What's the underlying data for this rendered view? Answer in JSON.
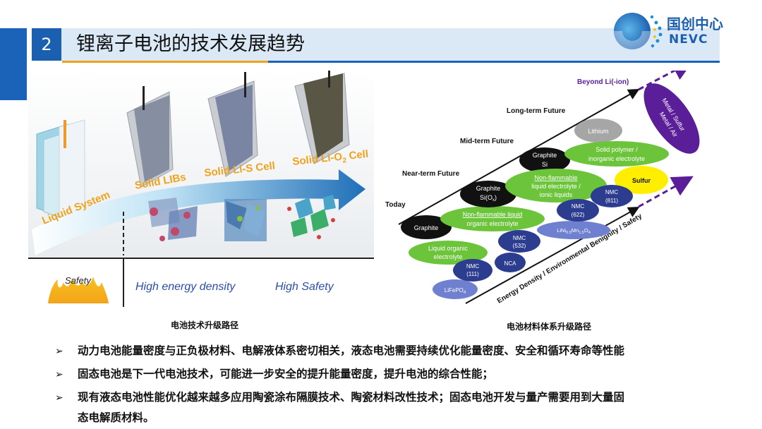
{
  "header": {
    "section_number": "2",
    "title": "锂离子电池的技术发展趋势"
  },
  "logo": {
    "name_cn": "国创中心",
    "name_en": "NEVC"
  },
  "left_figure": {
    "stages": [
      "Liquid System",
      "Solid LIBs",
      "Solid Li-S Cell",
      "Solid Li-O",
      "2",
      " Cell"
    ],
    "safety_label": "Safety",
    "row_labels": [
      "High energy density",
      "High Safety"
    ],
    "caption": "电池技术升级路径"
  },
  "right_figure": {
    "stage_labels": [
      "Today",
      "Near-term Future",
      "Mid-term Future",
      "Long-term Future",
      "Beyond Li(-ion)"
    ],
    "axis_label": "Energy Density / Environmental Benignity / Safety",
    "materials": {
      "graphite": "Graphite",
      "graphite_sio": [
        "Graphite",
        "Si(O",
        "x",
        ")"
      ],
      "graphite_si": [
        "Graphite",
        "Si"
      ],
      "lithium": "Lithium",
      "liquid_organic": [
        "Liquid organic",
        "electrolyte"
      ],
      "nonflam_liquid": [
        "Non-flammable liquid",
        "organic electrolyte"
      ],
      "nonflam_ionic": [
        "Non-flammable",
        "liquid electrolyte /",
        "ionic liquids"
      ],
      "solid_polymer": [
        "Solid polymer /",
        "inorganic electrolyte"
      ],
      "sulfur": "Sulfur",
      "lifepo4": [
        "LiFePO",
        "4"
      ],
      "nmc111": [
        "NMC",
        "(111)"
      ],
      "nca": "NCA",
      "nmc532": [
        "NMC",
        "(532)"
      ],
      "lnmo": [
        "LiNi",
        "0.5",
        "Mn",
        "1.5",
        "O",
        "4"
      ],
      "nmc622": [
        "NMC",
        "(622)"
      ],
      "nmc811": [
        "NMC",
        "(811)"
      ],
      "metal": [
        "Metal / Sulfur",
        "Metal / Air"
      ]
    },
    "caption": "电池材料体系升级路径"
  },
  "bullets": [
    "动力电池能量密度与正负极材料、电解液体系密切相关，液态电池需要持续优化能量密度、安全和循环寿命等性能",
    "固态电池是下一代电池技术，可能进一步安全的提升能量密度，提升电池的综合性能；",
    "现有液态电池性能优化越来越多应用陶瓷涂布隔膜技术、陶瓷材料改性技术；固态电池开发与量产需要用到大量固",
    "态电解质材料。"
  ],
  "bullet_marker": "➢",
  "colors": {
    "brand_blue": "#1b5fb0",
    "accent_orange": "#f0a21a",
    "header_bg": "#dbe8f5",
    "ellipse_black": "#111111",
    "ellipse_green": "#6cc43a",
    "ellipse_navy": "#2c3c8f",
    "ellipse_periwinkle": "#6e80cf",
    "ellipse_gray": "#a6a6a6",
    "ellipse_yellow": "#ffee00",
    "ellipse_purple": "#5b1e99"
  }
}
